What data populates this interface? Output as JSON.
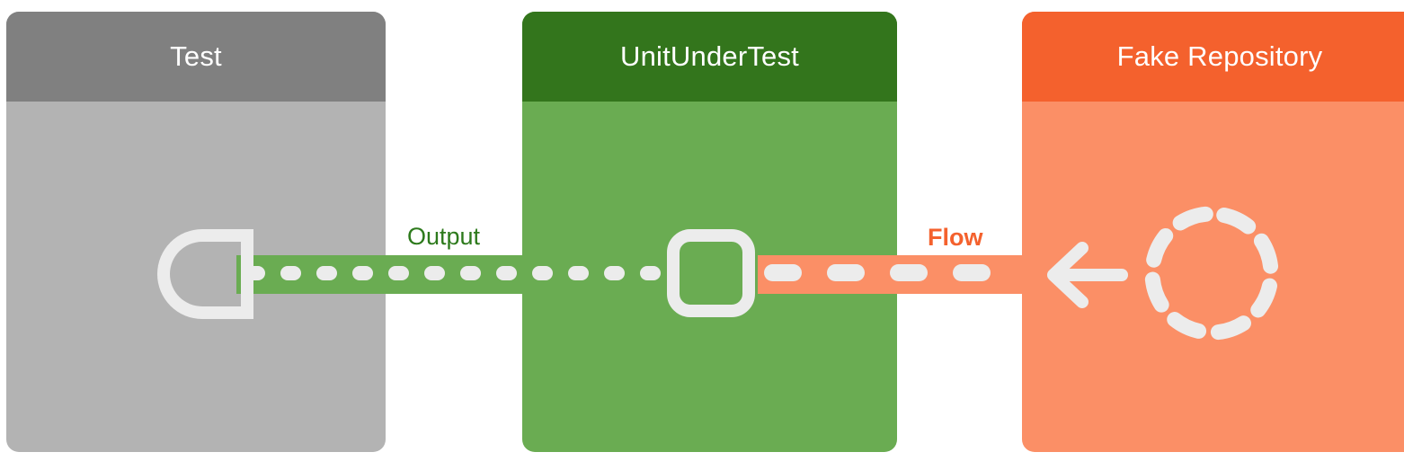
{
  "diagram": {
    "type": "sequence-style-collaboration-diagram",
    "background": "#ffffff",
    "panels": [
      {
        "key": "test",
        "title": "Test",
        "header_color": "#808080",
        "body_color": "#b3b3b3",
        "icon": "d-shaped-port-icon"
      },
      {
        "key": "unit_under_test",
        "title": "UnitUnderTest",
        "header_color": "#33751c",
        "body_color": "#6aac52",
        "icon": "rounded-square-connector-icon"
      },
      {
        "key": "fake_repository",
        "title": "Fake Repository",
        "header_color": "#f4612d",
        "body_color": "#fb8f66",
        "icon": "dashed-circle-icon"
      }
    ],
    "connections": [
      {
        "key": "output",
        "label": "Output",
        "label_color": "#2d7a1c",
        "label_weight": "normal",
        "stripe_color": "#6aac52",
        "dash_color": "#ececec",
        "dash_style": "dotted",
        "from": "Test",
        "to": "UnitUnderTest"
      },
      {
        "key": "flow",
        "label": "Flow",
        "label_color": "#f4612d",
        "label_weight": "bold",
        "stripe_color": "#fb8f66",
        "dash_color": "#ececec",
        "dash_style": "dashed",
        "from": "Fake Repository",
        "to": "UnitUnderTest",
        "arrow": "left-arrow-icon"
      }
    ]
  }
}
